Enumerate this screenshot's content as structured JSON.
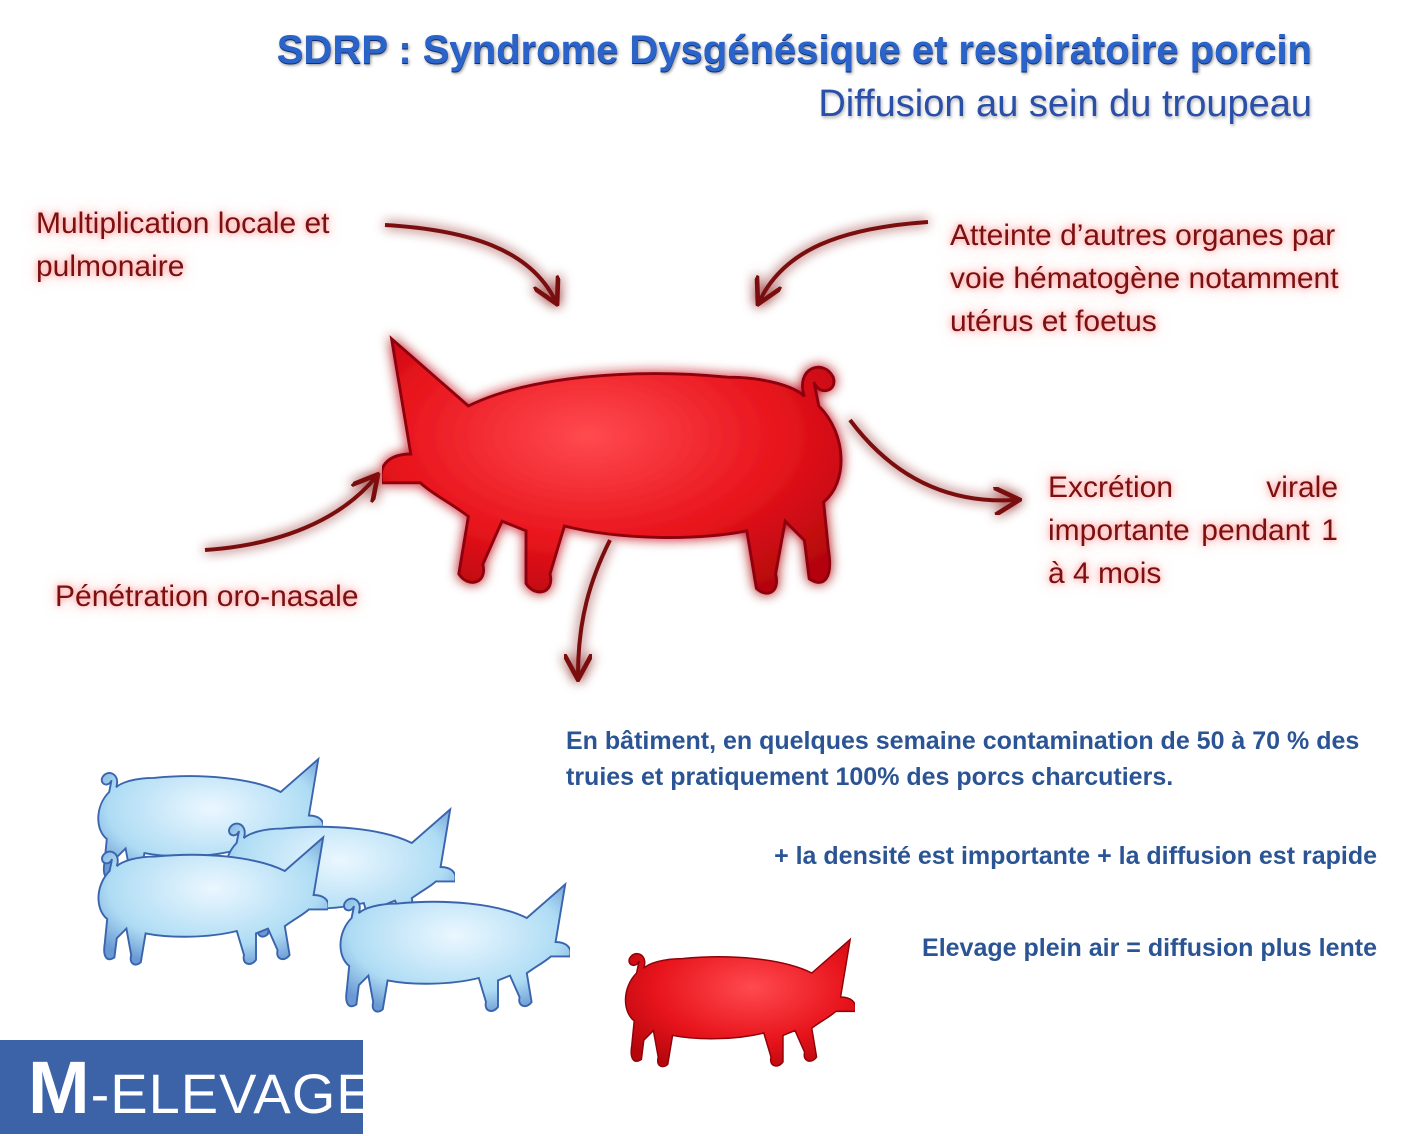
{
  "title": "SDRP : Syndrome Dysgénésique et respiratoire porcin",
  "subtitle": "Diffusion au sein du troupeau",
  "labels": {
    "multiplication": "Multiplication locale et pulmonaire",
    "atteinte": "Atteinte d’autres organes par voie hématogène notamment utérus et foetus",
    "excretion": "Excrétion virale importante pendant 1 à 4 mois",
    "penetration": "Pénétration oro-nasale"
  },
  "notes": {
    "batiment": "En bâtiment, en quelques semaine contamination de 50 à 70 % des truies et pratiquement 100% des porcs charcutiers.",
    "densite": "+ la densité est importante + la diffusion est rapide",
    "plein_air": "Elevage plein air = diffusion plus lente"
  },
  "logo": {
    "m": "M",
    "rest": "-ELEVAGE"
  },
  "colors": {
    "pig_red": "#e8141c",
    "pig_blue": "#a9daf4",
    "title_blue": "#2a63c9",
    "label_red": "#7a1010",
    "note_blue": "#2b5494",
    "logo_bg": "#3c63a8"
  }
}
